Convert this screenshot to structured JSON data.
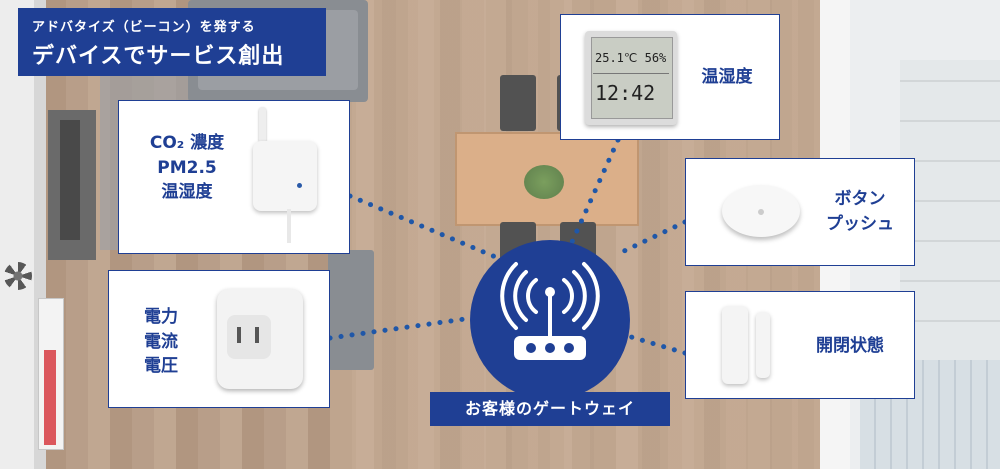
{
  "title": {
    "line1": "アドバタイズ（ビーコン）を発する",
    "line2": "デバイスでサービス創出"
  },
  "cards": {
    "co2": {
      "line1": "CO₂ 濃度",
      "line2": "PM2.5",
      "line3": "温湿度"
    },
    "power": {
      "line1": "電力",
      "line2": "電流",
      "line3": "電圧"
    },
    "temp": {
      "label": "温湿度",
      "lcd_top": "25.1℃ 56%",
      "lcd_bottom": "12:42"
    },
    "button": {
      "line1": "ボタン",
      "line2": "プッシュ"
    },
    "door": {
      "label": "開閉状態"
    }
  },
  "gateway": {
    "caption": "お客様のゲートウェイ"
  },
  "colors": {
    "brand": "#1f3f94",
    "link_dots": "#1f57a8"
  },
  "icons": {
    "gateway": "wifi-router-icon"
  }
}
